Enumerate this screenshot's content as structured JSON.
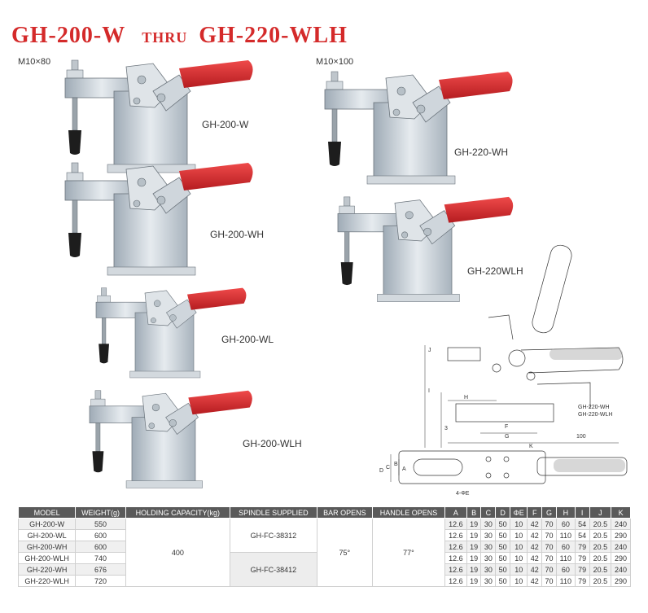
{
  "header": {
    "title_left": "GH-200-W",
    "title_mid": "THRU",
    "title_right": "GH-220-WLH",
    "spec_left": "M10×80",
    "spec_right": "M10×100"
  },
  "clamps": [
    {
      "label": "GH-200-W"
    },
    {
      "label": "GH-200-WH"
    },
    {
      "label": "GH-200-WL"
    },
    {
      "label": "GH-200-WLH"
    },
    {
      "label": "GH-220-WH"
    },
    {
      "label": "GH-220WLH"
    }
  ],
  "drawing": {
    "dims": [
      "J",
      "I",
      "H",
      "3",
      "F",
      "G",
      "K",
      "100",
      "A",
      "B",
      "C",
      "D",
      "4-ΦE"
    ],
    "callout_1": "GH-220-WH",
    "callout_2": "GH-220-WLH"
  },
  "table": {
    "headers": [
      "MODEL",
      "WEIGHT(g)",
      "HOLDING CAPACITY(kg)",
      "SPINDLE SUPPLIED",
      "BAR OPENS",
      "HANDLE OPENS",
      "A",
      "B",
      "C",
      "D",
      "ΦE",
      "F",
      "G",
      "H",
      "I",
      "J",
      "K"
    ],
    "holding_capacity": "400",
    "spindle_1": "GH-FC-38312",
    "spindle_2": "GH-FC-38412",
    "bar_opens": "75°",
    "handle_opens": "77°",
    "rows": [
      [
        "GH-200-W",
        "550",
        "12.6",
        "19",
        "30",
        "50",
        "10",
        "42",
        "70",
        "60",
        "54",
        "20.5",
        "240"
      ],
      [
        "GH-200-WL",
        "600",
        "12.6",
        "19",
        "30",
        "50",
        "10",
        "42",
        "70",
        "110",
        "54",
        "20.5",
        "290"
      ],
      [
        "GH-200-WH",
        "600",
        "12.6",
        "19",
        "30",
        "50",
        "10",
        "42",
        "70",
        "60",
        "79",
        "20.5",
        "240"
      ],
      [
        "GH-200-WLH",
        "740",
        "12.6",
        "19",
        "30",
        "50",
        "10",
        "42",
        "70",
        "110",
        "79",
        "20.5",
        "290"
      ],
      [
        "GH-220-WH",
        "676",
        "12.6",
        "19",
        "30",
        "50",
        "10",
        "42",
        "70",
        "60",
        "79",
        "20.5",
        "240"
      ],
      [
        "GH-220-WLH",
        "720",
        "12.6",
        "19",
        "30",
        "50",
        "10",
        "42",
        "70",
        "110",
        "79",
        "20.5",
        "290"
      ]
    ]
  },
  "colors": {
    "title": "#d42a2a",
    "handle": "#d6262a",
    "metal": "#c9d2da",
    "header_bg": "#5a5a5a"
  }
}
